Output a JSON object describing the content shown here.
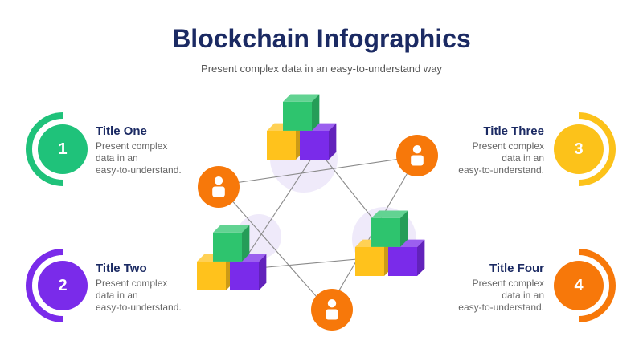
{
  "header": {
    "title": "Blockchain Infographics",
    "subtitle": "Present complex data in an easy-to-understand way"
  },
  "items": [
    {
      "number": "1",
      "title": "Title One",
      "desc": [
        "Present complex",
        "data in an",
        "easy-to-understand."
      ],
      "color": "#1fc27a"
    },
    {
      "number": "2",
      "title": "Title Two",
      "desc": [
        "Present complex",
        "data in an",
        "easy-to-understand."
      ],
      "color": "#7a2bea"
    },
    {
      "number": "3",
      "title": "Title Three",
      "desc": [
        "Present complex",
        "data in an",
        "easy-to-understand."
      ],
      "color": "#fcc21a"
    },
    {
      "number": "4",
      "title": "Title Four",
      "desc": [
        "Present complex",
        "data in an",
        "easy-to-understand."
      ],
      "color": "#f7780a"
    }
  ],
  "colors": {
    "cube_green": "#2ec46e",
    "cube_yellow": "#ffc21c",
    "cube_purple": "#7a2bea",
    "user_node": "#f7780a",
    "halo": "#efeafa",
    "connector": "#8a8a8a"
  },
  "icons": {
    "node": "user-icon",
    "block": "cube-cluster-icon"
  }
}
